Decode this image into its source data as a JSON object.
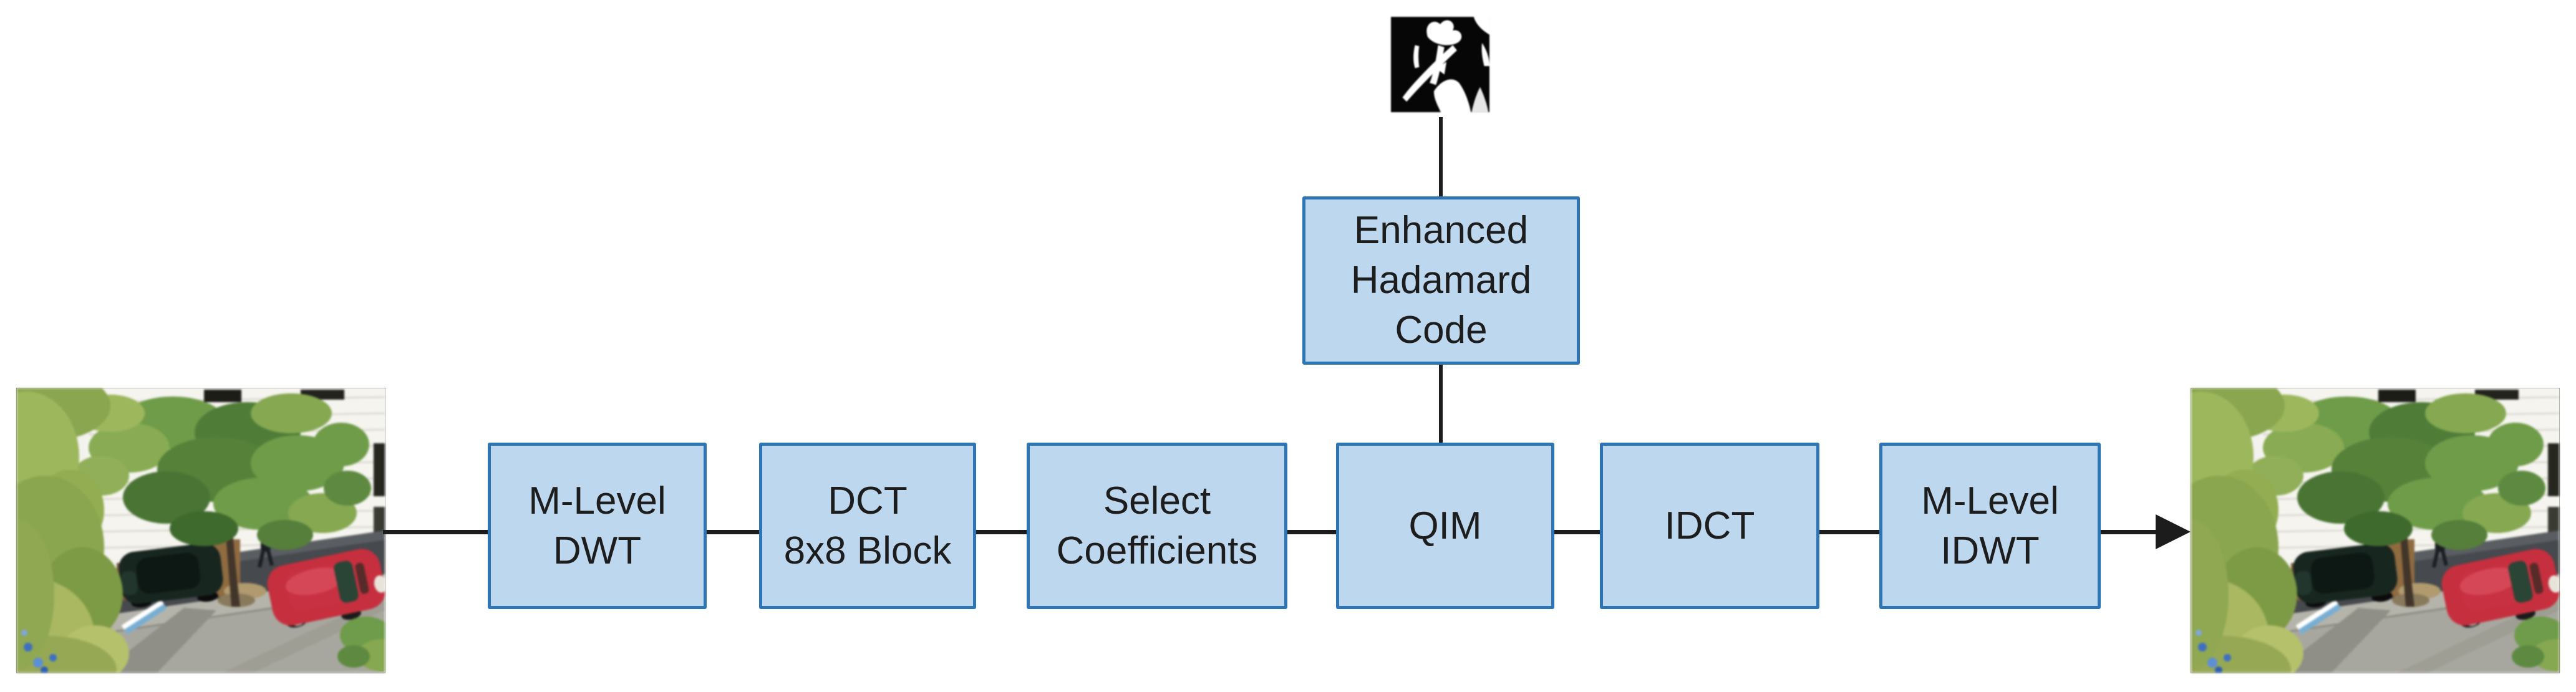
{
  "diagram": {
    "colors": {
      "background": "#ffffff",
      "block_fill": "#bdd7ee",
      "block_border": "#2e75b6",
      "connector": "#1c1c1c",
      "text": "#1d1d1d"
    },
    "pipeline_blocks": [
      {
        "id": "m-level-dwt",
        "lines": [
          "M-Level",
          "DWT"
        ]
      },
      {
        "id": "dct-8x8-block",
        "lines": [
          "DCT",
          "8x8 Block"
        ]
      },
      {
        "id": "select-coefficients",
        "lines": [
          "Select",
          "Coefficients"
        ]
      },
      {
        "id": "qim",
        "lines": [
          "QIM"
        ]
      },
      {
        "id": "idct",
        "lines": [
          "IDCT"
        ]
      },
      {
        "id": "m-level-idwt",
        "lines": [
          "M-Level",
          "IDWT"
        ]
      }
    ],
    "hadamard_block": {
      "lines": [
        "Enhanced",
        "Hadamard",
        "Code"
      ]
    },
    "images": {
      "input_photo": "street-scene-host-frame",
      "output_photo": "street-scene-watermarked-frame",
      "watermark": "binary-watermark-logo"
    }
  }
}
